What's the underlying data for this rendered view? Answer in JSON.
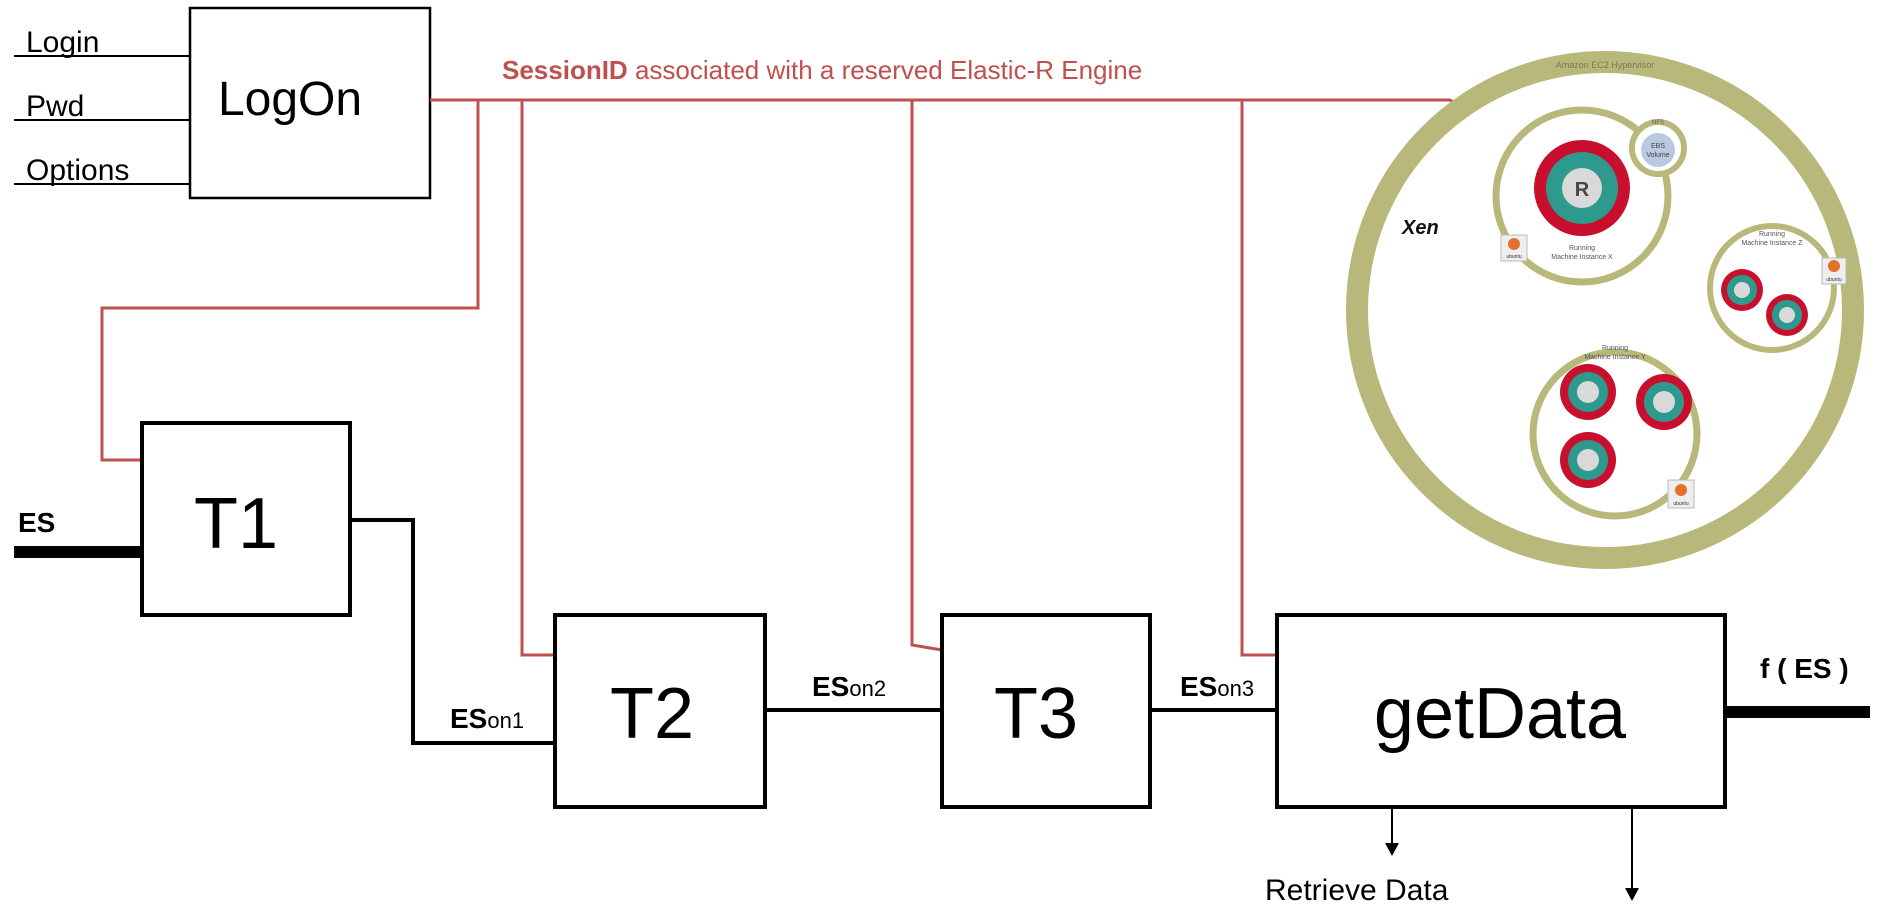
{
  "inputs": {
    "login": "Login",
    "pwd": "Pwd",
    "options": "Options"
  },
  "boxes": {
    "logon": "LogOn",
    "t1": "T1",
    "t2": "T2",
    "t3": "T3",
    "getdata": "getData"
  },
  "session": {
    "bold": "SessionID",
    "rest": " associated with a reserved Elastic-R Engine"
  },
  "flow": {
    "es_in": "ES",
    "es_base": "ES",
    "on1": "on1",
    "on2": "on2",
    "on3": "on3",
    "output": "f ( ES )"
  },
  "retrieve": "Retrieve Data",
  "cloud": {
    "hypervisor": "Amazon EC2 Hypervisor",
    "xen": "Xen",
    "nfs": "NFS",
    "ebs": "EBS",
    "volume": "Volume",
    "instance_x_1": "Running",
    "instance_x_2": "Machine Instance X",
    "instance_y_1": "Running",
    "instance_y_2": "Machine Instance Y",
    "instance_z_1": "Running",
    "instance_z_2": "Machine Instance Z",
    "ubuntu": "ubuntu",
    "r_logo": "R"
  },
  "colors": {
    "session_red": "#c0504d",
    "line_black": "#000000",
    "olive": "#b7b87a",
    "olive_light": "#d4d4a8",
    "engine_red": "#c8102e",
    "engine_teal": "#2e9a8e",
    "ebs_blue": "#b9c9e0"
  }
}
